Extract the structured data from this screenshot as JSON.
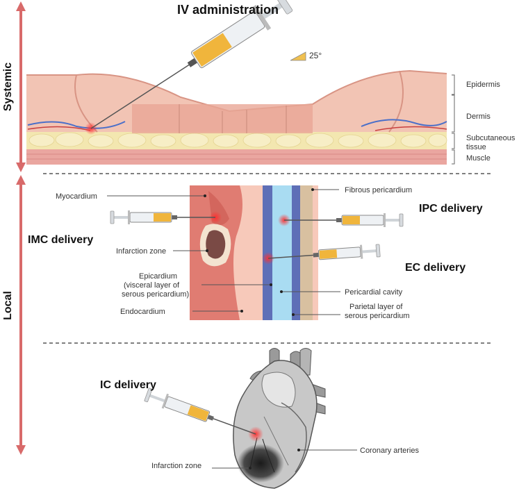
{
  "side_labels": {
    "systemic": "Systemic",
    "local": "Local"
  },
  "iv": {
    "title": "IV administration",
    "angle": "25°"
  },
  "skin_layers": {
    "epidermis": "Epidermis",
    "dermis": "Dermis",
    "subcutaneous_1": "Subcutaneous",
    "subcutaneous_2": "tissue",
    "muscle": "Muscle"
  },
  "heart_wall": {
    "myocardium": "Myocardium",
    "infarction_zone": "Infarction zone",
    "epicardium_1": "Epicardium",
    "epicardium_2": "(visceral layer of",
    "epicardium_3": "serous pericardium)",
    "endocardium": "Endocardium",
    "fibrous_pericardium": "Fibrous pericardium",
    "pericardial_cavity": "Pericardial cavity",
    "parietal_1": "Parietal layer of",
    "parietal_2": "serous pericardium"
  },
  "deliveries": {
    "imc": "IMC delivery",
    "ipc": "IPC delivery",
    "ec": "EC delivery",
    "ic": "IC delivery"
  },
  "heart": {
    "coronary_arteries": "Coronary arteries",
    "infarction_zone": "Infarction zone"
  },
  "colors": {
    "arrow": "#d86a6a",
    "skin": "#f2c4b4",
    "fat": "#f3e7b0",
    "muscle": "#eaa6a0",
    "myocardium": "#e07c72",
    "pericardium": "#d8c0a0",
    "cavity": "#a9dcf2",
    "vein": "#4a6fc9",
    "drug": "#f0b53c"
  }
}
